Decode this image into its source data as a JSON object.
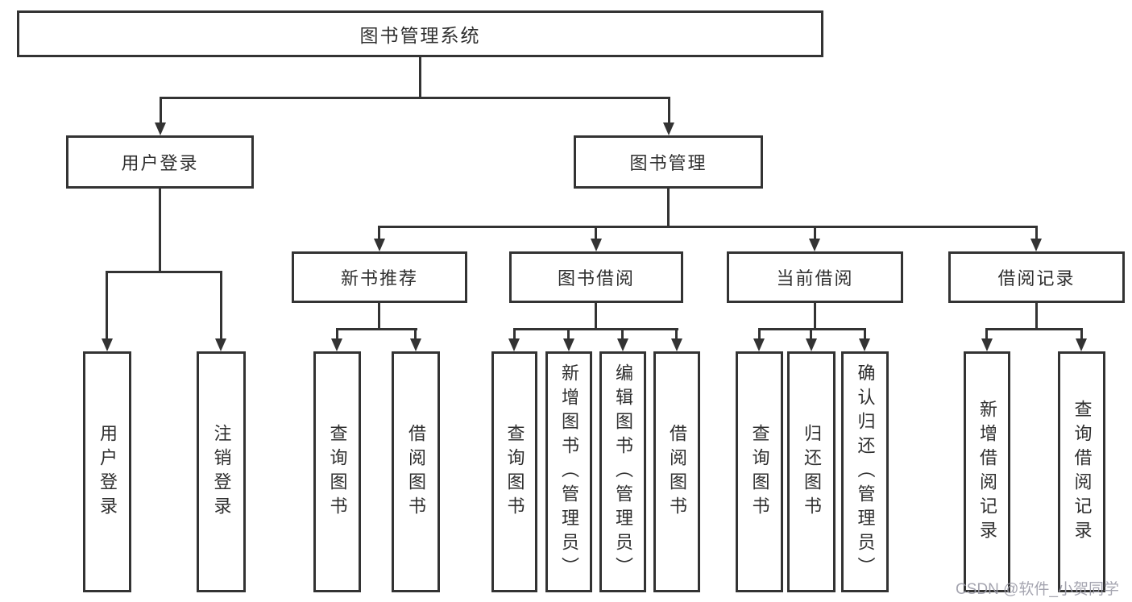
{
  "diagram": {
    "root": {
      "label": "图书管理系统"
    },
    "level2": [
      {
        "id": "user-login",
        "label": "用户登录"
      },
      {
        "id": "book-management",
        "label": "图书管理"
      }
    ],
    "level3": [
      {
        "id": "new-book-recommend",
        "label": "新书推荐",
        "parent": "book-management"
      },
      {
        "id": "book-borrow",
        "label": "图书借阅",
        "parent": "book-management"
      },
      {
        "id": "current-borrow",
        "label": "当前借阅",
        "parent": "book-management"
      },
      {
        "id": "borrow-records",
        "label": "借阅记录",
        "parent": "book-management"
      }
    ],
    "leaves": [
      {
        "parent": "user-login",
        "label": "用户登录"
      },
      {
        "parent": "user-login",
        "label": "注销登录"
      },
      {
        "parent": "new-book-recommend",
        "label": "查询图书"
      },
      {
        "parent": "new-book-recommend",
        "label": "借阅图书"
      },
      {
        "parent": "book-borrow",
        "label": "查询图书"
      },
      {
        "parent": "book-borrow",
        "label": "新增图书（管理员）"
      },
      {
        "parent": "book-borrow",
        "label": "编辑图书（管理员）"
      },
      {
        "parent": "book-borrow",
        "label": "借阅图书"
      },
      {
        "parent": "current-borrow",
        "label": "查询图书"
      },
      {
        "parent": "current-borrow",
        "label": "归还图书"
      },
      {
        "parent": "current-borrow",
        "label": "确认归还（管理员）"
      },
      {
        "parent": "borrow-records",
        "label": "新增借阅记录"
      },
      {
        "parent": "borrow-records",
        "label": "查询借阅记录"
      }
    ]
  },
  "watermark": {
    "text": "CSDN @软件_小贺同学"
  },
  "colors": {
    "line": "#333333",
    "text": "#2f2f2f",
    "watermark": "#9c9ca8",
    "background": "#ffffff"
  }
}
